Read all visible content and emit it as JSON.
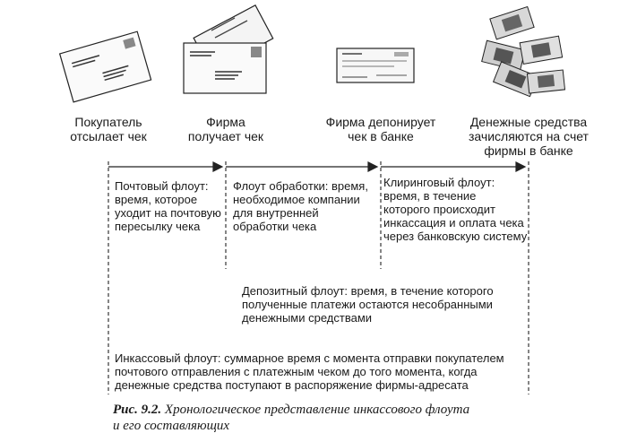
{
  "stages": [
    {
      "label": "Покупатель\nотсылает чек",
      "icon": "envelope-icon"
    },
    {
      "label": "Фирма\nполучает чек",
      "icon": "envelope-with-check-icon"
    },
    {
      "label": "Фирма депонирует\nчек в банке",
      "icon": "check-icon"
    },
    {
      "label": "Денежные средства\nзачисляются на счет\nфирмы в банке",
      "icon": "money-stack-icon"
    }
  ],
  "floats": {
    "mail": "Почтовый флоут:\nвремя, которое\nуходит на почтовую\nпересылку чека",
    "processing": "Флоут обработки: время,\nнеобходимое компании\nдля внутренней\nобработки чека",
    "clearing": "Клиринговый флоут:\nвремя, в течение\nкоторого происходит\nинкассация и оплата чека\nчерез банковскую систему",
    "deposit": "Депозитный флоут: время, в течение которого\nполученные платежи остаются несобранными\nденежными средствами",
    "collection": "Инкассовый флоут: суммарное время с момента отправки покупателем\nпочтового отправления с платежным чеком до того момента, когда\nденежные средства поступают в распоряжение фирмы-адресата"
  },
  "caption": {
    "figure": "Рис. 9.2.",
    "text": "Хронологическое представление инкассового флоута\nи его составляющих"
  }
}
